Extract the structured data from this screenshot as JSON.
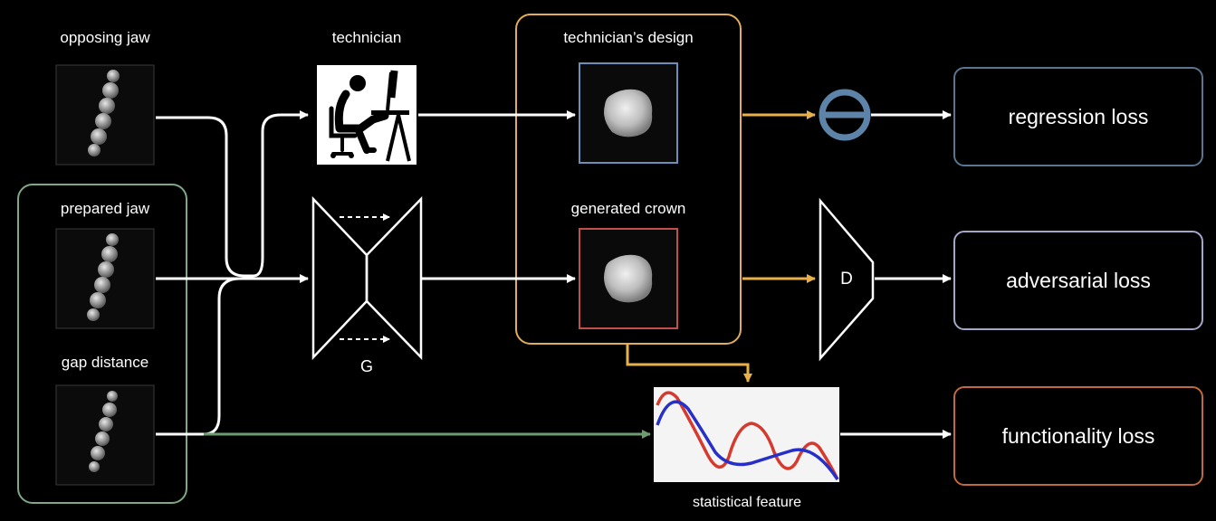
{
  "inputs": {
    "opposing_jaw": "opposing jaw",
    "prepared_jaw": "prepared jaw",
    "gap_distance": "gap distance"
  },
  "technician": {
    "label": "technician"
  },
  "generator": {
    "label": "G"
  },
  "outputs": {
    "technician_design": "technician’s design",
    "generated_crown": "generated crown"
  },
  "discriminator": {
    "label": "D"
  },
  "statistical_feature": {
    "label": "statistical feature"
  },
  "losses": {
    "regression": "regression loss",
    "adversarial": "adversarial loss",
    "functionality": "functionality loss"
  },
  "colors": {
    "background": "#000000",
    "input_group_border": "#7fa884",
    "output_group_border": "#e0ad5a",
    "technician_design_frame": "#6c8fb8",
    "generated_crown_frame": "#c0504a",
    "subtract_symbol": "#5d84a8",
    "regression_border": "#5a7590",
    "adversarial_border": "#a3a7c8",
    "functionality_border": "#c06a3c",
    "orange_arrow": "#e8b04a",
    "green_arrow": "#6d9c70",
    "curve_red": "#d63a2e",
    "curve_blue": "#2630c8"
  }
}
